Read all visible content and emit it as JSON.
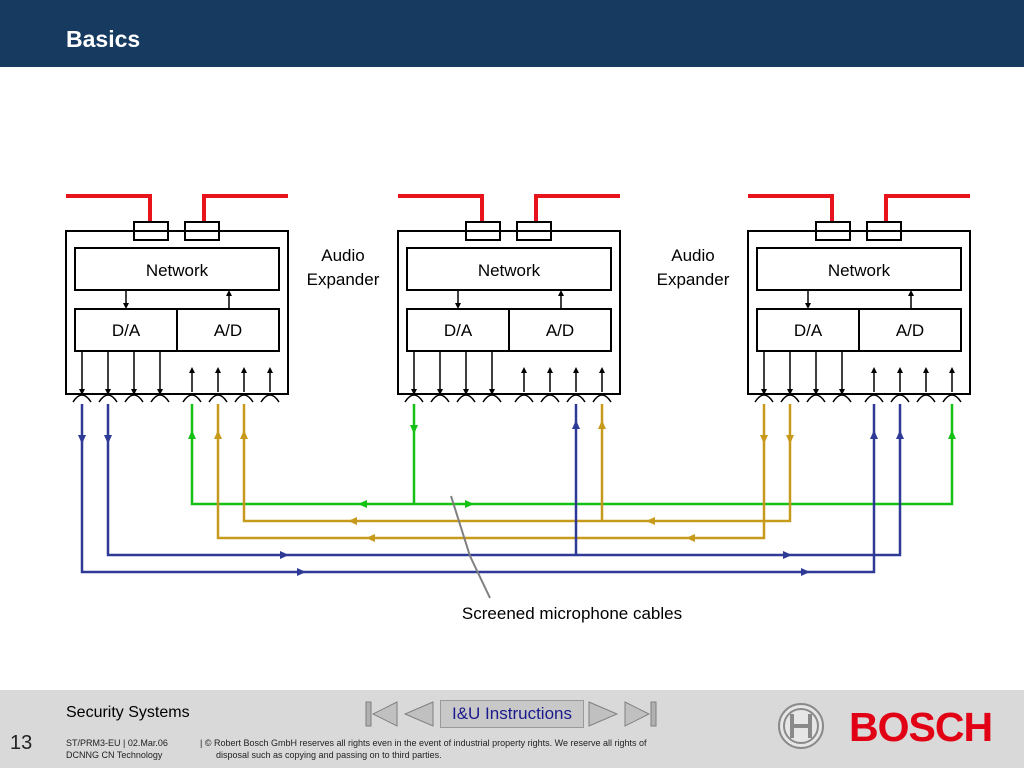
{
  "header": {
    "title": "Basics"
  },
  "diagram": {
    "units": [
      {
        "network_label": "Network",
        "da_label": "D/A",
        "ad_label": "A/D"
      },
      {
        "network_label": "Network",
        "da_label": "D/A",
        "ad_label": "A/D"
      },
      {
        "network_label": "Network",
        "da_label": "D/A",
        "ad_label": "A/D"
      }
    ],
    "expander_labels": [
      {
        "line1": "Audio",
        "line2": "Expander"
      },
      {
        "line1": "Audio",
        "line2": "Expander"
      }
    ],
    "cable_label": "Screened microphone cables",
    "colors": {
      "network": "#e8141c",
      "green": "#16c116",
      "gold": "#c89a1c",
      "blue": "#2e3a96"
    }
  },
  "footer": {
    "brand": "Security Systems",
    "page_number": "13",
    "doc_code": "ST/PRM3-EU",
    "date": "02.Mar.06",
    "department": "DCNNG CN Technology",
    "copyright_line1": "| © Robert Bosch GmbH reserves all rights even in the event of industrial property rights. We reserve all rights of",
    "copyright_line2": "disposal such as copying and passing on to third parties.",
    "nav_label": "I&U Instructions",
    "logo_text": "BOSCH"
  }
}
